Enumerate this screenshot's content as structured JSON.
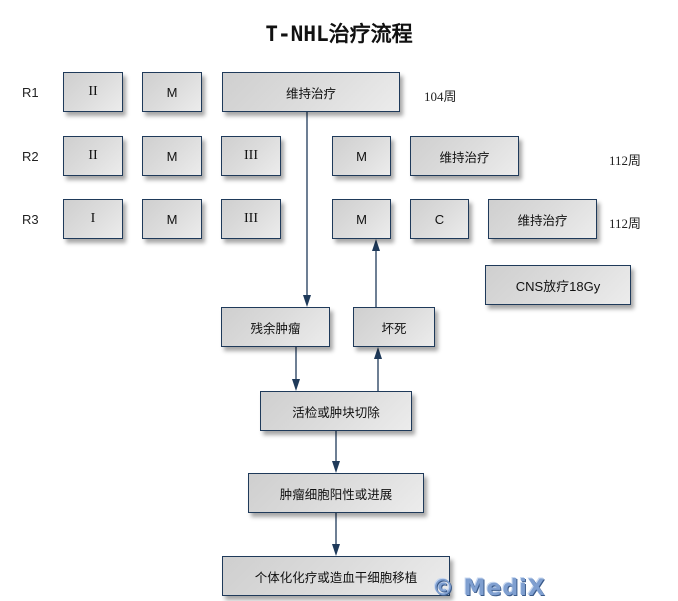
{
  "title": "T-NHL治疗流程",
  "rows": [
    {
      "label": "R1",
      "boxes": [
        "II",
        "M",
        "维持治疗"
      ],
      "duration": "104周"
    },
    {
      "label": "R2",
      "boxes": [
        "II",
        "M",
        "III",
        "M",
        "维持治疗"
      ],
      "duration": "112周"
    },
    {
      "label": "R3",
      "boxes": [
        "I",
        "M",
        "III",
        "M",
        "C",
        "维持治疗"
      ],
      "duration": "112周"
    }
  ],
  "cns": "CNS放疗18Gy",
  "flow": {
    "residual": "残余肿瘤",
    "necrosis": "坏死",
    "biopsy": "活检或肿块切除",
    "positive": "肿瘤细胞阳性或进展",
    "individual": "个体化化疗或造血干细胞移植"
  },
  "watermark": "© MediX",
  "colors": {
    "border": "#1f3a5a",
    "line": "#1f3a5a",
    "box_fill": "#dcdcdc"
  }
}
